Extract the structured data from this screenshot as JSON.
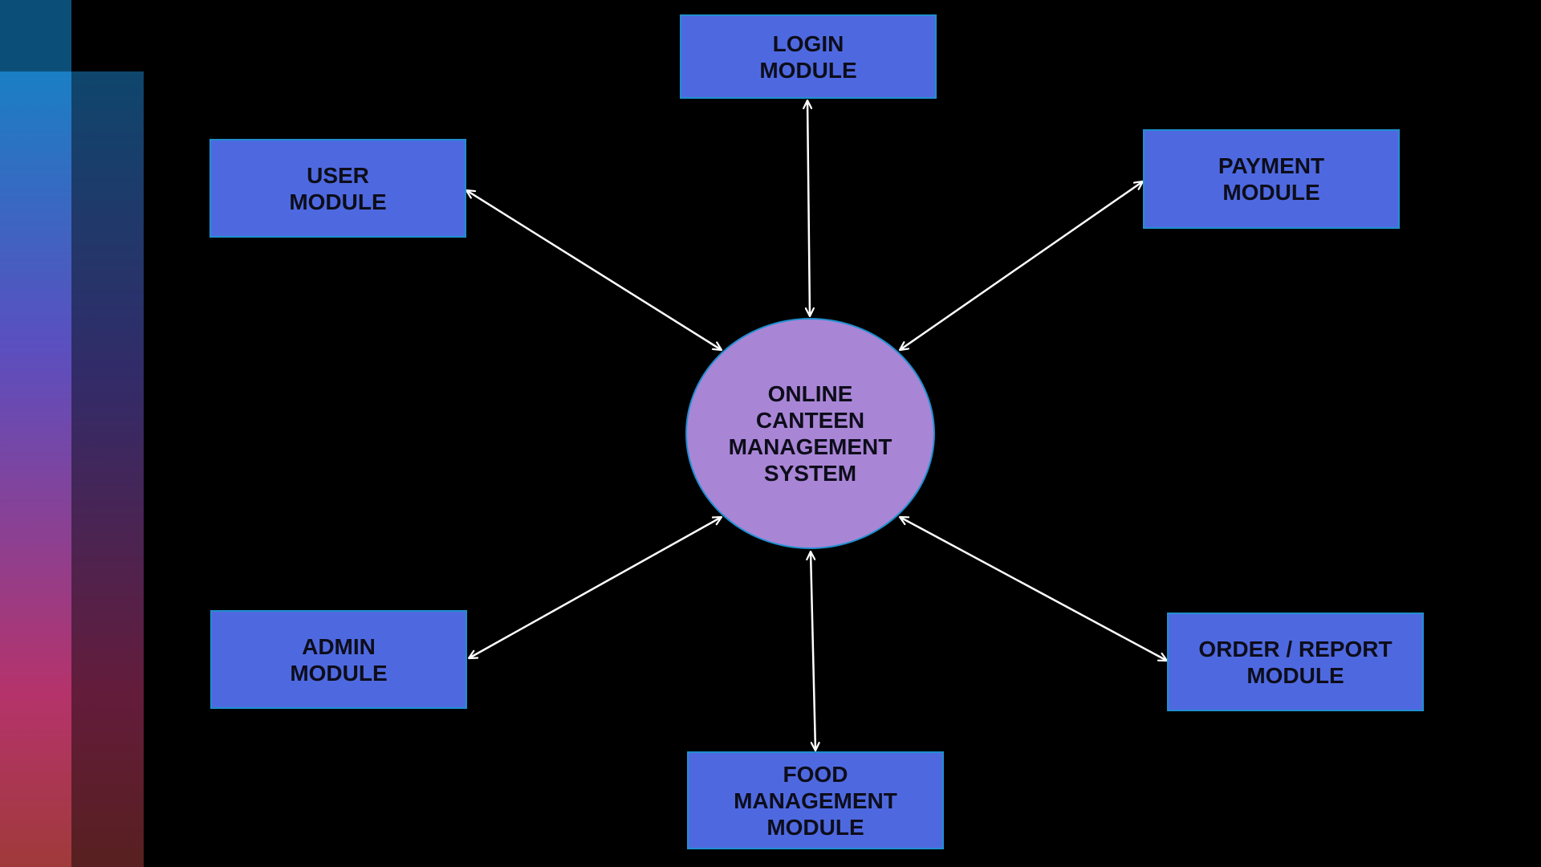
{
  "colors": {
    "background": "#000000",
    "module_fill": "#4e69e0",
    "module_border": "#1f8fcf",
    "center_fill": "#a985d6",
    "connector": "#ffffff",
    "label_text": "#0d0d1a",
    "side_gradient_top": "#1a7fc4",
    "side_gradient_mid": "#5b4fbf",
    "side_gradient_low": "#b5336b",
    "side_gradient_bottom": "#a03a3a"
  },
  "diagram": {
    "center": {
      "label": "ONLINE\nCANTEEN\nMANAGEMENT\nSYSTEM"
    },
    "modules": [
      {
        "id": "login",
        "label": "LOGIN\nMODULE"
      },
      {
        "id": "user",
        "label": "USER\nMODULE"
      },
      {
        "id": "payment",
        "label": "PAYMENT\nMODULE"
      },
      {
        "id": "admin",
        "label": "ADMIN\nMODULE"
      },
      {
        "id": "order-report",
        "label": "ORDER / REPORT\nMODULE"
      },
      {
        "id": "food",
        "label": "FOOD\nMANAGEMENT\nMODULE"
      }
    ],
    "connections": [
      {
        "from": "center",
        "to": "login",
        "direction": "bidirectional"
      },
      {
        "from": "center",
        "to": "user",
        "direction": "bidirectional"
      },
      {
        "from": "center",
        "to": "payment",
        "direction": "bidirectional"
      },
      {
        "from": "center",
        "to": "admin",
        "direction": "bidirectional"
      },
      {
        "from": "center",
        "to": "order-report",
        "direction": "bidirectional"
      },
      {
        "from": "center",
        "to": "food",
        "direction": "bidirectional"
      }
    ]
  }
}
